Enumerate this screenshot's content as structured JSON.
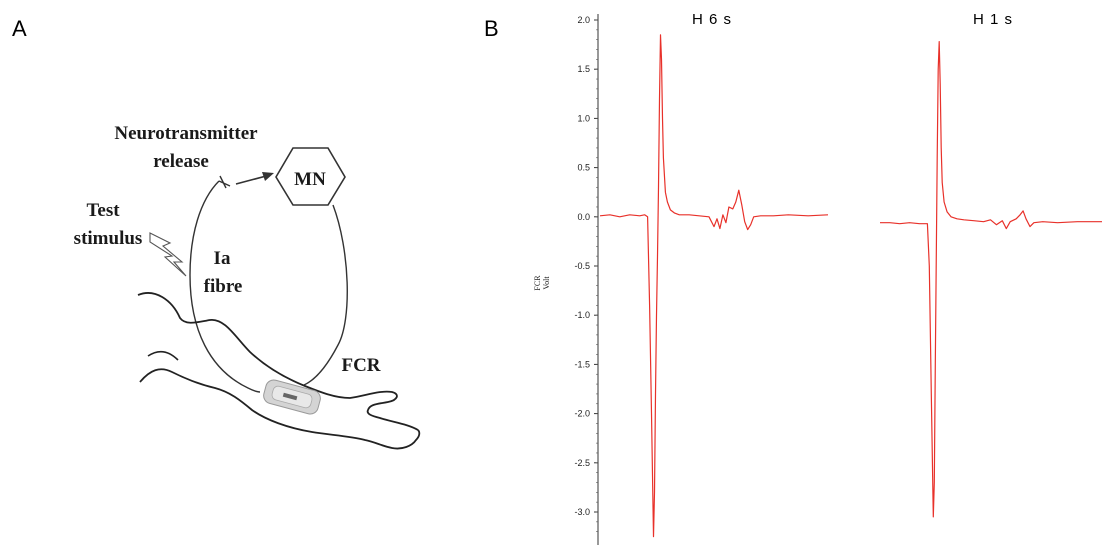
{
  "panels": {
    "a_letter": "A",
    "b_letter": "B"
  },
  "diagram": {
    "labels": {
      "neurotransmitter": "Neurotransmitter",
      "release": "release",
      "mn": "MN",
      "test": "Test",
      "stimulus": "stimulus",
      "ia": "Ia",
      "fibre": "fibre",
      "fcr": "FCR"
    }
  },
  "chart_data": {
    "type": "line",
    "y_axis": {
      "label_line1": "FCR",
      "label_line2": "Volt",
      "ylim": [
        -3.35,
        2.1
      ],
      "ticks": [
        2.0,
        1.5,
        1.0,
        0.5,
        0.0,
        -0.5,
        -1.0,
        -1.5,
        -2.0,
        -2.5,
        -3.0
      ],
      "tick_labels": [
        "2.0",
        "1.5",
        "1.0",
        "0.5",
        "0.0",
        "-0.5",
        "-1.0",
        "-1.5",
        "-2.0",
        "-2.5",
        "-3.0"
      ]
    },
    "colors": {
      "trace": "#e8312a"
    },
    "series": [
      {
        "name": "H 6 s",
        "points": [
          [
            0,
            0.01
          ],
          [
            10,
            0.02
          ],
          [
            20,
            0.0
          ],
          [
            30,
            0.02
          ],
          [
            40,
            0.01
          ],
          [
            45,
            0.02
          ],
          [
            48,
            0.0
          ],
          [
            50,
            -0.9
          ],
          [
            52,
            -2.0
          ],
          [
            54,
            -3.25
          ],
          [
            55,
            -2.8
          ],
          [
            56,
            -1.8
          ],
          [
            57,
            -1.0
          ],
          [
            58,
            -0.4
          ],
          [
            59,
            0.3
          ],
          [
            60,
            1.2
          ],
          [
            61,
            1.85
          ],
          [
            62,
            1.6
          ],
          [
            63,
            1.0
          ],
          [
            64,
            0.6
          ],
          [
            66,
            0.25
          ],
          [
            68,
            0.15
          ],
          [
            71,
            0.07
          ],
          [
            75,
            0.04
          ],
          [
            80,
            0.02
          ],
          [
            90,
            0.02
          ],
          [
            100,
            0.01
          ],
          [
            110,
            0.0
          ],
          [
            115,
            -0.1
          ],
          [
            118,
            -0.02
          ],
          [
            121,
            -0.12
          ],
          [
            124,
            0.02
          ],
          [
            127,
            -0.06
          ],
          [
            130,
            0.1
          ],
          [
            134,
            0.08
          ],
          [
            137,
            0.15
          ],
          [
            140,
            0.27
          ],
          [
            143,
            0.12
          ],
          [
            146,
            -0.05
          ],
          [
            149,
            -0.13
          ],
          [
            152,
            -0.08
          ],
          [
            155,
            0.0
          ],
          [
            162,
            0.01
          ],
          [
            175,
            0.01
          ],
          [
            190,
            0.02
          ],
          [
            210,
            0.01
          ],
          [
            230,
            0.02
          ]
        ]
      },
      {
        "name": "H 1 s",
        "points": [
          [
            0,
            -0.06
          ],
          [
            10,
            -0.06
          ],
          [
            20,
            -0.07
          ],
          [
            30,
            -0.06
          ],
          [
            40,
            -0.07
          ],
          [
            48,
            -0.07
          ],
          [
            50,
            -0.5
          ],
          [
            52,
            -1.8
          ],
          [
            54,
            -3.05
          ],
          [
            55,
            -2.7
          ],
          [
            56,
            -1.5
          ],
          [
            57,
            -0.5
          ],
          [
            58,
            0.6
          ],
          [
            59,
            1.5
          ],
          [
            60,
            1.78
          ],
          [
            61,
            1.35
          ],
          [
            62,
            0.7
          ],
          [
            63,
            0.35
          ],
          [
            65,
            0.15
          ],
          [
            68,
            0.05
          ],
          [
            72,
            0.0
          ],
          [
            78,
            -0.02
          ],
          [
            85,
            -0.03
          ],
          [
            95,
            -0.04
          ],
          [
            105,
            -0.05
          ],
          [
            112,
            -0.03
          ],
          [
            118,
            -0.08
          ],
          [
            124,
            -0.04
          ],
          [
            128,
            -0.12
          ],
          [
            132,
            -0.05
          ],
          [
            138,
            -0.02
          ],
          [
            142,
            0.02
          ],
          [
            145,
            0.06
          ],
          [
            148,
            -0.02
          ],
          [
            152,
            -0.1
          ],
          [
            156,
            -0.06
          ],
          [
            165,
            -0.05
          ],
          [
            180,
            -0.06
          ],
          [
            200,
            -0.05
          ],
          [
            225,
            -0.05
          ]
        ]
      }
    ]
  }
}
